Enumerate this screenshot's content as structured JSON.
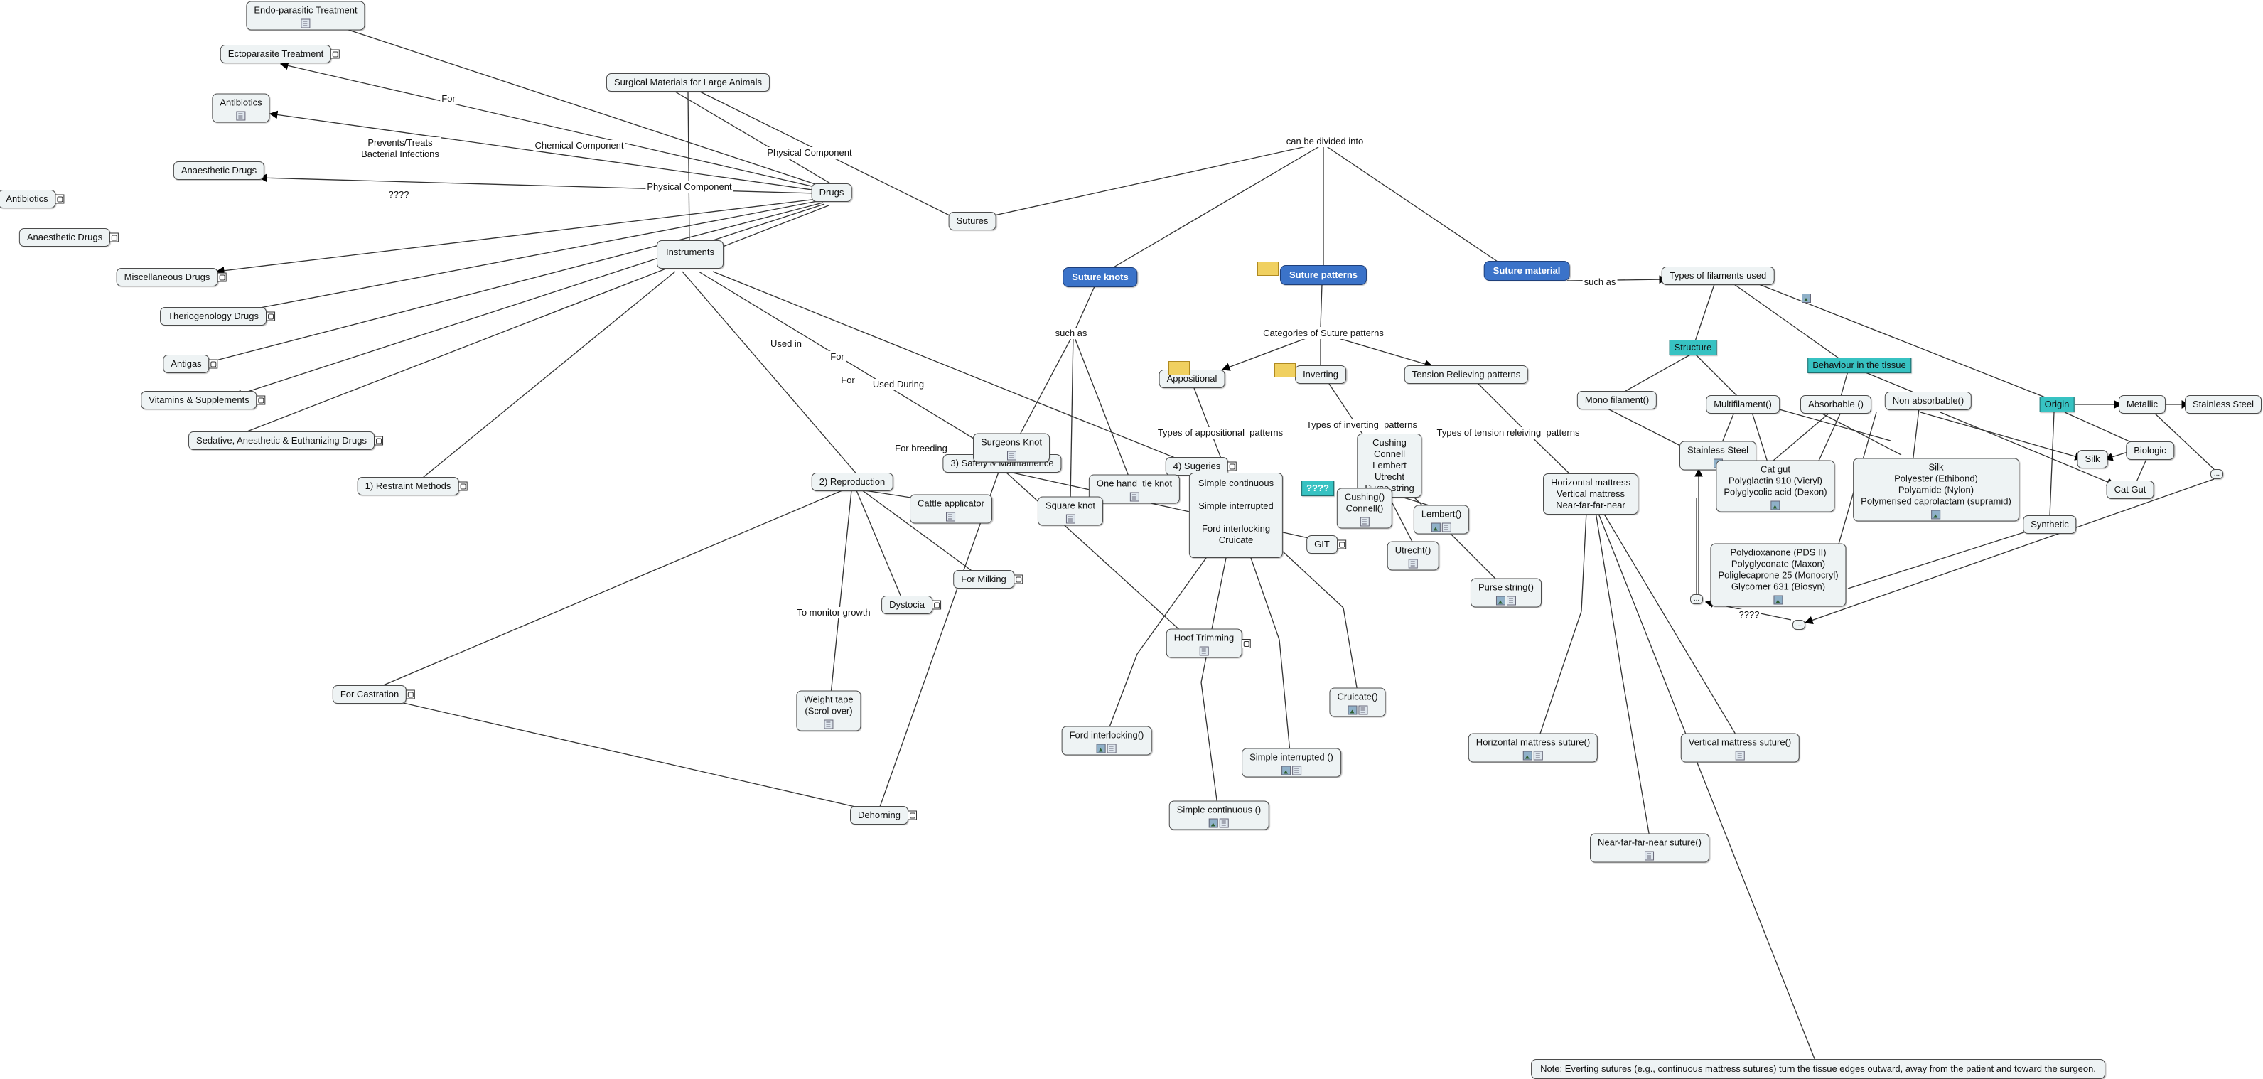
{
  "nodes": {
    "surgical": {
      "text": "Surgical Materials for Large Animals"
    },
    "drugs": {
      "text": "Drugs"
    },
    "instruments": {
      "text": "Instruments"
    },
    "sutures": {
      "text": "Sutures"
    },
    "endo": {
      "text": "Endo-parasitic Treatment"
    },
    "ecto": {
      "text": "Ectoparasite Treatment"
    },
    "antibiotics": {
      "text": "Antibiotics"
    },
    "anaesthetic": {
      "text": "Anaesthetic Drugs"
    },
    "antibiotics2": {
      "text": "Antibiotics"
    },
    "anaesthetic2": {
      "text": "Anaesthetic Drugs"
    },
    "misc": {
      "text": "Miscellaneous Drugs"
    },
    "therio": {
      "text": "Theriogenology Drugs"
    },
    "antigas": {
      "text": "Antigas"
    },
    "vitamins": {
      "text": "Vitamins & Supplements"
    },
    "sedative": {
      "text": "Sedative, Anesthetic & Euthanizing Drugs"
    },
    "restraint": {
      "text": "1) Restraint Methods"
    },
    "reproduction": {
      "text": "2) Reproduction"
    },
    "safety": {
      "text": "3) Safety & Maintainence"
    },
    "sugeries": {
      "text": "4) Sugeries"
    },
    "cattle_app": {
      "text": "Cattle applicator"
    },
    "milking": {
      "text": "For Milking"
    },
    "dystocia": {
      "text": "Dystocia"
    },
    "weight": {
      "text": "Weight tape\n(Scrol over)"
    },
    "castration": {
      "text": "For Castration"
    },
    "dehorning": {
      "text": "Dehorning"
    },
    "hoof": {
      "text": "Hoof Trimming"
    },
    "git": {
      "text": "GIT"
    },
    "suture_knots": {
      "text": "Suture knots"
    },
    "suture_patterns": {
      "text": "Suture patterns"
    },
    "suture_material": {
      "text": "Suture material"
    },
    "surgeons_knot": {
      "text": "Surgeons Knot"
    },
    "one_hand": {
      "text": "One hand  tie knot"
    },
    "square_knot": {
      "text": "Square knot"
    },
    "appositional": {
      "text": "Appositional"
    },
    "inverting": {
      "text": "Inverting"
    },
    "tension": {
      "text": "Tension Relieving patterns"
    },
    "app_list": {
      "text": "Simple continuous\n\nSimple interrupted\n\nFord interlocking\nCruicate"
    },
    "inv_list": {
      "text": "Cushing\nConnell\nLembert\nUtrecht\nPurse string"
    },
    "ten_list": {
      "text": "Horizontal mattress\nVertical mattress\nNear-far-far-near"
    },
    "ford": {
      "text": "Ford interlocking()"
    },
    "simple_cont": {
      "text": "Simple continuous ()"
    },
    "simple_int": {
      "text": "Simple interrupted ()"
    },
    "cruicate": {
      "text": "Cruicate()"
    },
    "cushing": {
      "text": "Cushing()\nConnell()"
    },
    "lembert": {
      "text": "Lembert()"
    },
    "utrecht": {
      "text": "Utrecht()"
    },
    "purse": {
      "text": "Purse string()"
    },
    "qqq": {
      "text": "????"
    },
    "horiz": {
      "text": "Horizontal mattress suture()"
    },
    "vert": {
      "text": "Vertical mattress suture()"
    },
    "nearfar": {
      "text": "Near-far-far-near suture()"
    },
    "filaments": {
      "text": "Types of filaments used"
    },
    "structure": {
      "text": "Structure"
    },
    "behaviour": {
      "text": "Behaviour in the tissue"
    },
    "origin": {
      "text": "Origin"
    },
    "mono": {
      "text": "Mono filament()"
    },
    "multi": {
      "text": "Multifilament()"
    },
    "absorbable": {
      "text": "Absorbable ()"
    },
    "nonabs": {
      "text": "Non absorbable()"
    },
    "stainless": {
      "text": "Stainless Steel"
    },
    "catgut_list": {
      "text": "Cat gut\nPolyglactin 910 (Vicryl)\nPolyglycolic acid (Dexon)"
    },
    "silk_list": {
      "text": "Silk\nPolyester (Ethibond)\nPolyamide (Nylon)\nPolymerised caprolactam (supramid)"
    },
    "pds_list": {
      "text": "Polydioxanone (PDS II)\nPolyglyconate (Maxon)\nPoliglecaprone 25 (Monocryl)\nGlycomer 631 (Biosyn)"
    },
    "metallic": {
      "text": "Metallic"
    },
    "stainless2": {
      "text": "Stainless Steel"
    },
    "biologic": {
      "text": "Biologic"
    },
    "silk": {
      "text": "Silk"
    },
    "catgut": {
      "text": "Cat Gut"
    },
    "synthetic": {
      "text": "Synthetic"
    },
    "dot1": {
      "text": "..."
    },
    "dot2": {
      "text": "..."
    },
    "dot3": {
      "text": "..."
    },
    "note": {
      "text": "Note: Everting sutures (e.g., continuous mattress sutures) turn the tissue edges outward, away from the patient and toward the surgeon."
    }
  },
  "labels": {
    "chem": "Chemical Component",
    "phys1": "Physical Component",
    "phys2": "Physical Component",
    "for1": "For",
    "prevents": "Prevents/Treats\nBacterial Infections",
    "qm": "????",
    "usedin": "Used in",
    "useddur": "Used During",
    "for2": "For",
    "for3": "For",
    "breeding": "For breeding",
    "monitor": "To monitor growth",
    "divided": "can be divided into",
    "suchas1": "such as",
    "categories": "Categories of Suture patterns",
    "typesapp": "Types of appositional  patterns",
    "typesinv": "Types of inverting  patterns",
    "typesten": "Types of tension releiving  patterns",
    "suchas2": "such as",
    "qm2": "????"
  }
}
